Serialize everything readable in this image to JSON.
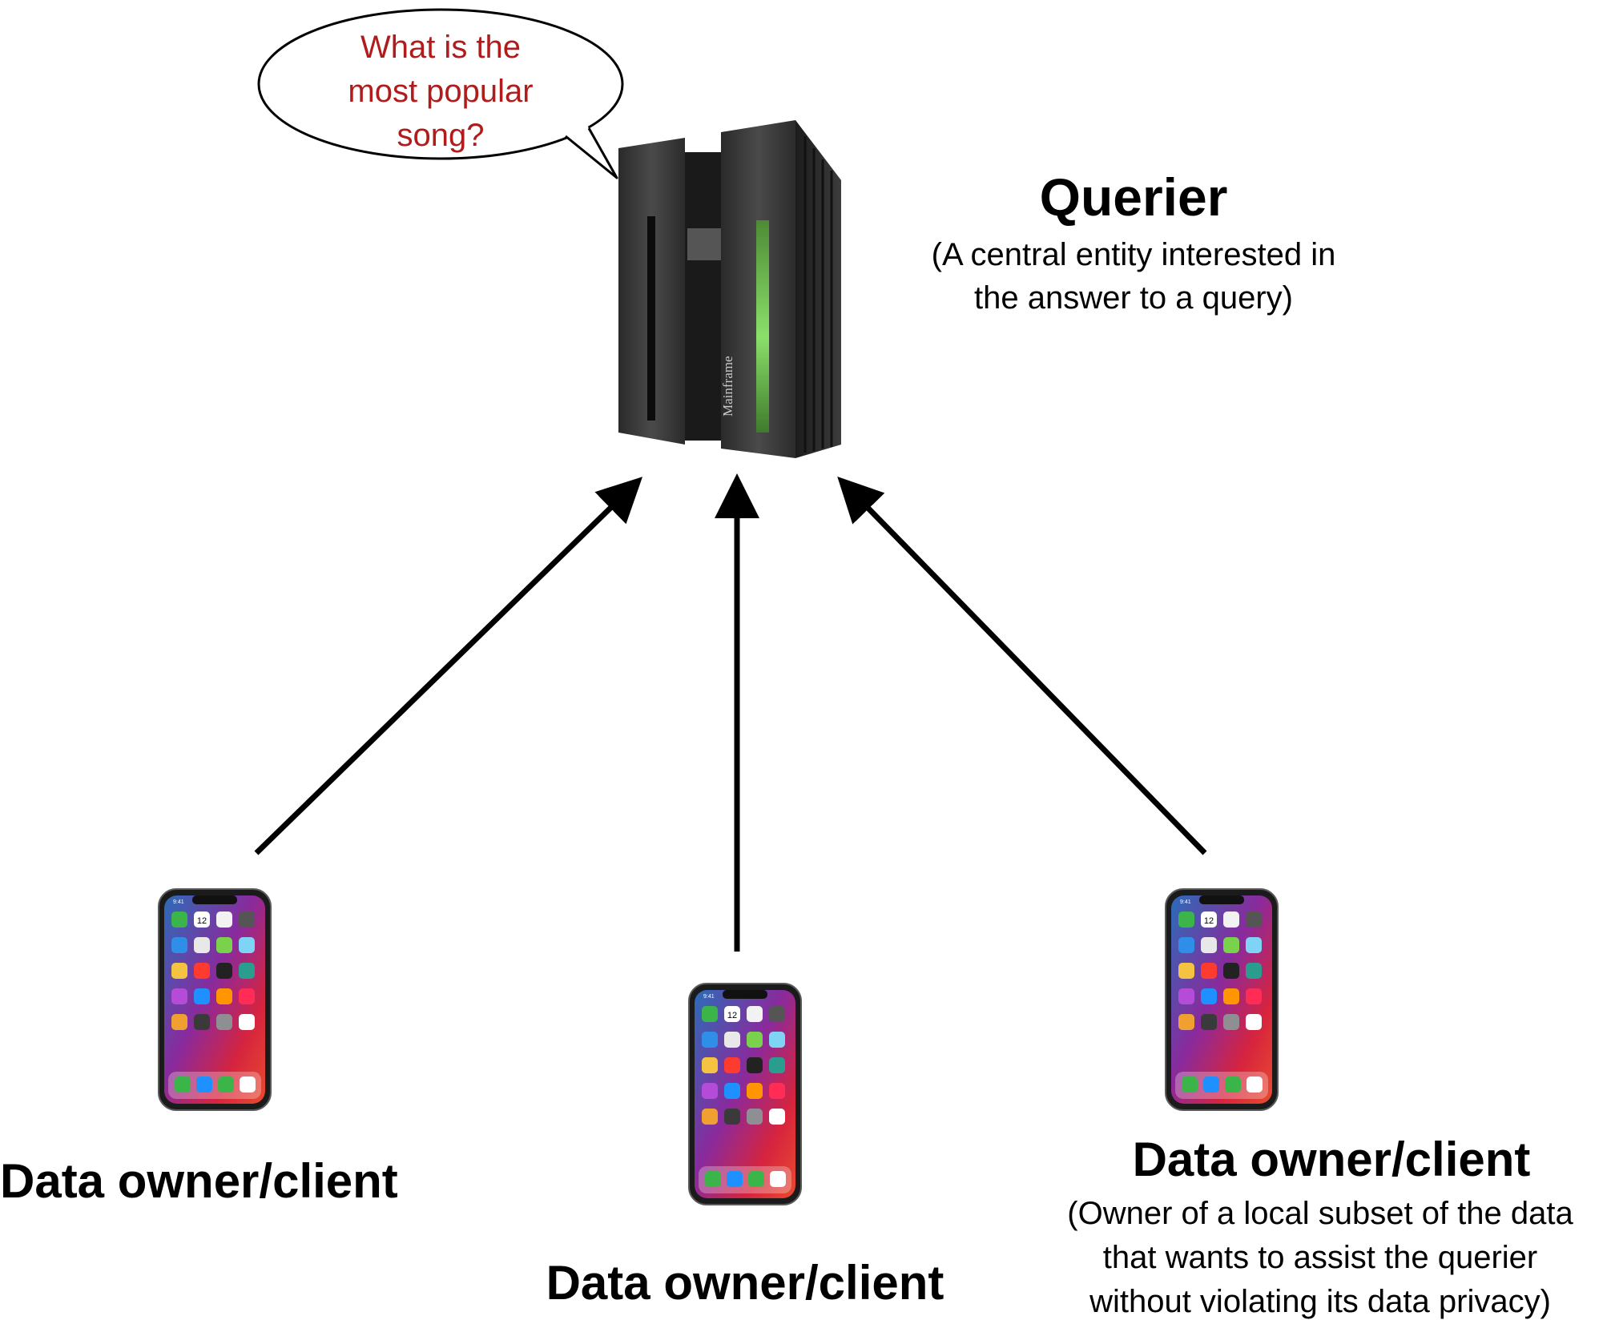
{
  "speech_bubble": {
    "text": "What is the\nmost popular\nsong?"
  },
  "querier": {
    "title": "Querier",
    "description": "(A central entity interested in\nthe answer to a query)",
    "device_label": "Mainframe"
  },
  "clients": [
    {
      "label": "Data owner/client"
    },
    {
      "label": "Data owner/client"
    },
    {
      "label": "Data owner/client",
      "description": "(Owner of a local subset of the data\nthat wants to assist the querier\nwithout violating its data privacy)"
    }
  ],
  "phone": {
    "time": "9:41",
    "date_number": "12"
  },
  "colors": {
    "bubble_text": "#b01c1c",
    "arrow": "#000000",
    "server_body": "#3a3a3a",
    "server_led": "#6fbf4a"
  }
}
